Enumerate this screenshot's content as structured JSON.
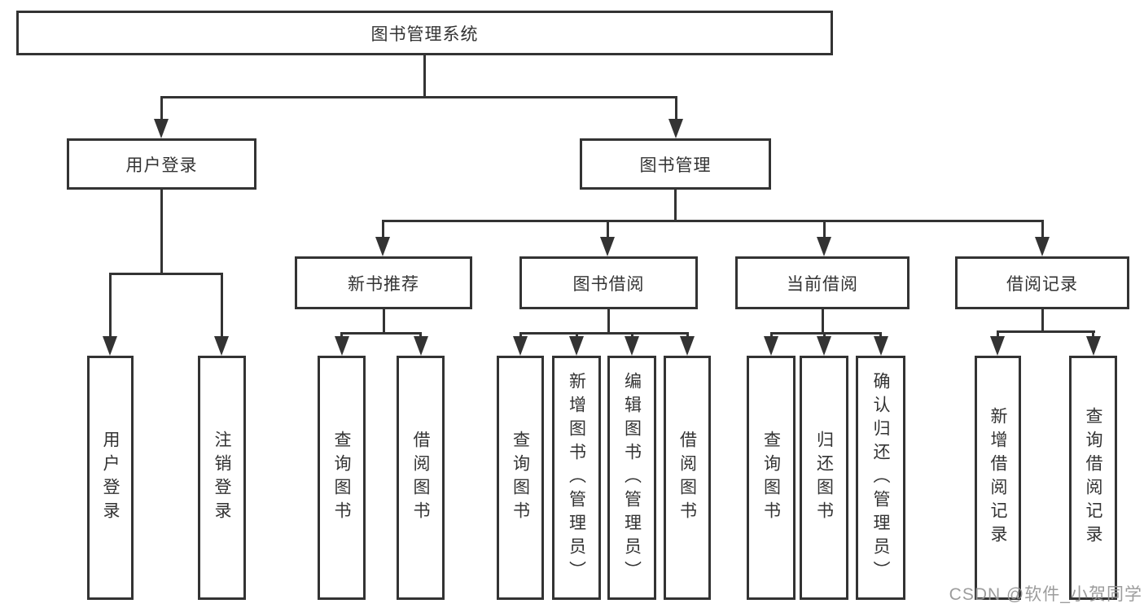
{
  "diagram": {
    "root": {
      "label": "图书管理系统"
    },
    "branches": [
      {
        "label": "用户登录",
        "children": [
          "用户登录",
          "注销登录"
        ]
      },
      {
        "label": "图书管理",
        "children": [
          {
            "label": "新书推荐",
            "children": [
              "查询图书",
              "借阅图书"
            ]
          },
          {
            "label": "图书借阅",
            "children": [
              "查询图书",
              "新增图书（管理员）",
              "编辑图书（管理员）",
              "借阅图书"
            ]
          },
          {
            "label": "当前借阅",
            "children": [
              "查询图书",
              "归还图书",
              "确认归还（管理员）"
            ]
          },
          {
            "label": "借阅记录",
            "children": [
              "新增借阅记录",
              "查询借阅记录"
            ]
          }
        ]
      }
    ]
  },
  "watermark": "CSDN @软件_小贺同学",
  "colors": {
    "line": "#333333",
    "text": "#333333",
    "background": "#ffffff",
    "watermark": "#949494"
  }
}
